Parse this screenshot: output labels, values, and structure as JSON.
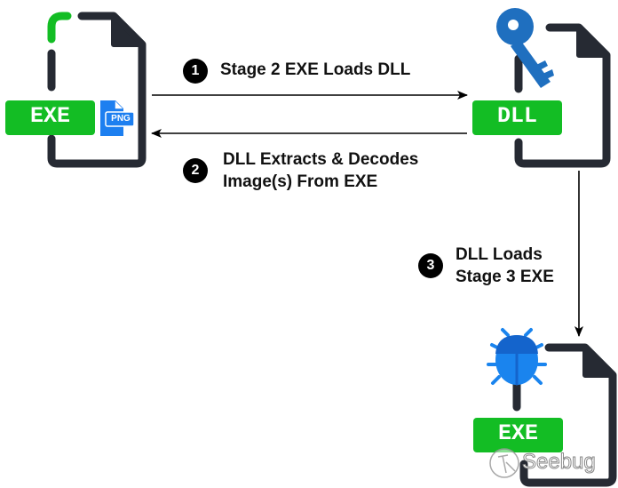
{
  "colors": {
    "file_outline": "#262a33",
    "tag_green": "#13bd24",
    "png_blue": "#1d7ff0",
    "key_blue": "#1f6fbf",
    "bug_blue": "#1a84ee",
    "bug_dark": "#1464cc",
    "arrow": "#000000"
  },
  "nodes": {
    "exe_stage2": {
      "tag": "EXE",
      "sub_icon": "png-file-icon",
      "sub_label": "PNG"
    },
    "dll": {
      "tag": "DLL",
      "overlay_icon": "key-icon"
    },
    "exe_stage3": {
      "tag": "EXE",
      "overlay_icon": "bug-icon"
    }
  },
  "steps": [
    {
      "number": "1",
      "lines": [
        "Stage 2 EXE Loads DLL"
      ]
    },
    {
      "number": "2",
      "lines": [
        "DLL Extracts & Decodes",
        "Image(s) From EXE"
      ]
    },
    {
      "number": "3",
      "lines": [
        "DLL Loads",
        "Stage 3 EXE"
      ]
    }
  ],
  "watermark": "Seebug"
}
